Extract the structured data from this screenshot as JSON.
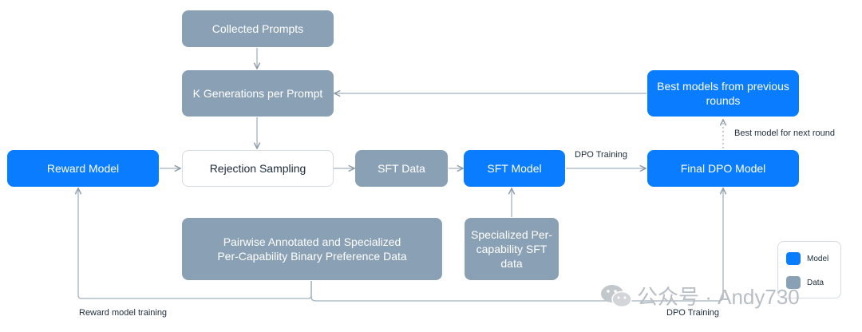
{
  "nodes": {
    "collected_prompts": "Collected Prompts",
    "k_generations": "K Generations per Prompt",
    "best_models": "Best models from previous rounds",
    "reward_model": "Reward Model",
    "rejection_sampling": "Rejection Sampling",
    "sft_data": "SFT Data",
    "sft_model": "SFT Model",
    "final_dpo_model": "Final DPO Model",
    "pairwise_data": "Pairwise Annotated and Specialized Per-Capability Binary Preference Data",
    "specialized_sft": "Specialized Per-capability SFT data"
  },
  "edge_labels": {
    "dpo_training_top": "DPO Training",
    "best_model_next": "Best model for next round",
    "reward_model_training": "Reward model training",
    "dpo_training_bottom": "DPO Training"
  },
  "legend": {
    "model": "Model",
    "data": "Data"
  },
  "colors": {
    "model": "#0a7cff",
    "data": "#8aa0b4"
  },
  "watermark": {
    "text": "公众号 · Andy730",
    "icon": "wechat-icon"
  }
}
